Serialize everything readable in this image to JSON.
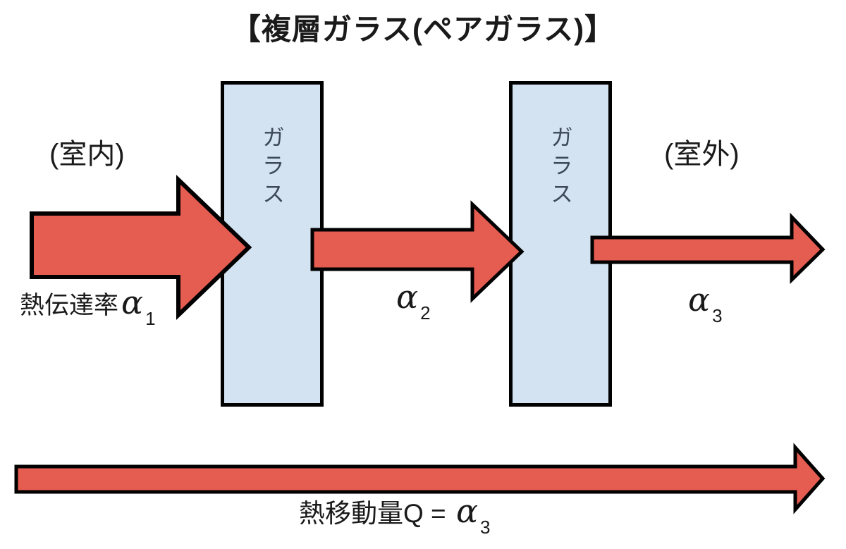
{
  "title": "【複層ガラス(ペアガラス)】",
  "environment": {
    "indoor": "(室内)",
    "outdoor": "(室外)"
  },
  "glass_panes": [
    {
      "label": "ガラス"
    },
    {
      "label": "ガラス"
    }
  ],
  "coefficients": {
    "alpha1": {
      "prefix": "熱伝達率",
      "symbol": "α",
      "sub": "1"
    },
    "alpha2": {
      "symbol": "α",
      "sub": "2"
    },
    "alpha3": {
      "symbol": "α",
      "sub": "3"
    }
  },
  "bottom_equation": {
    "prefix": "熱移動量Q = ",
    "symbol": "α",
    "sub": "3"
  },
  "arrows": [
    {
      "name": "heat-flow-indoor-to-glass1"
    },
    {
      "name": "heat-flow-glass1-to-glass2"
    },
    {
      "name": "heat-flow-glass2-to-outdoor"
    },
    {
      "name": "total-heat-transfer"
    }
  ],
  "colors": {
    "arrow_fill": "#e55c50",
    "arrow_stroke": "#000000",
    "glass_fill": "#d3e3f1",
    "glass_border": "#000000",
    "text": "#1a1a1a",
    "glass_text": "#3d4959"
  }
}
